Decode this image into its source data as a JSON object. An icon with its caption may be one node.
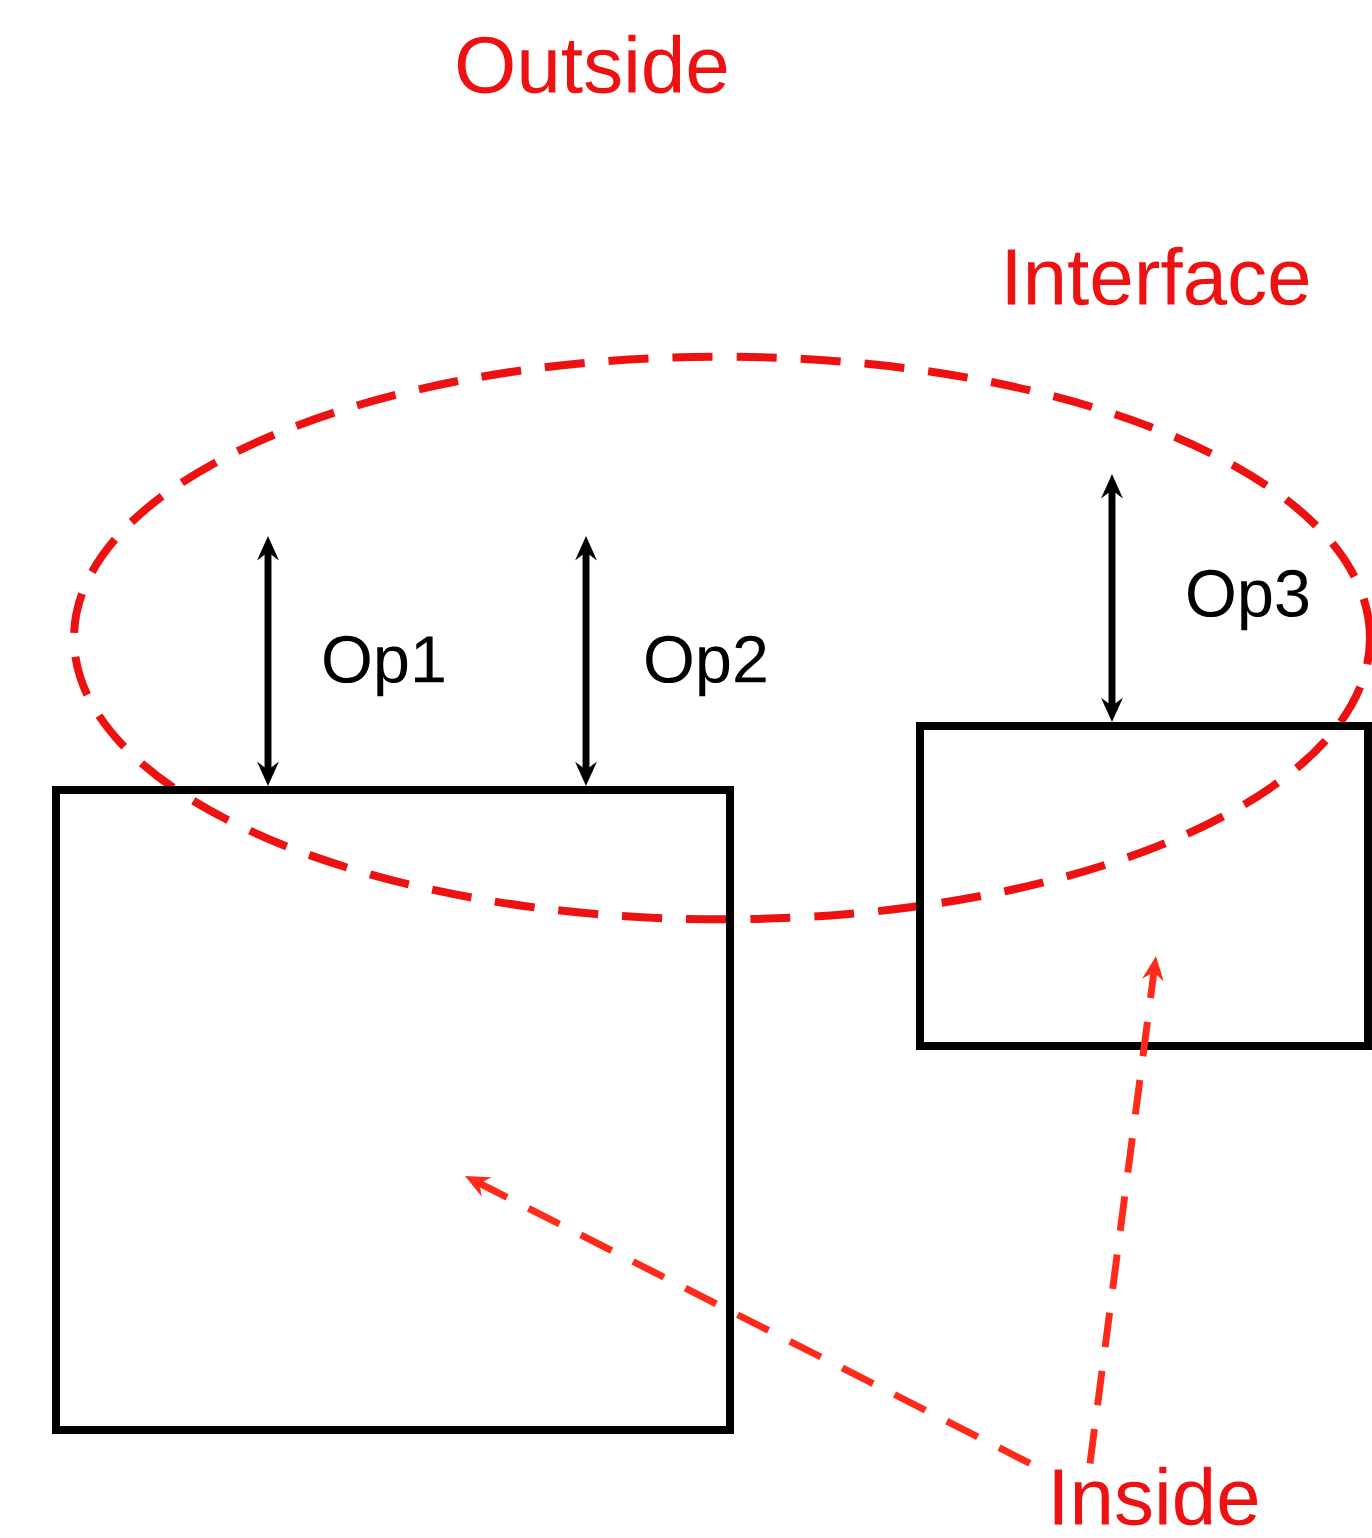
{
  "diagram": {
    "nodes": [
      {
        "text": [
          "Interface"
        ]
      },
      {
        "text": [],
        "shape": "box"
      },
      {
        "text": [],
        "shape": "box"
      },
      {
        "text": [
          "Inside"
        ]
      }
    ],
    "edges": [
      {
        "from": 0,
        "to": 1,
        "arrow": "both",
        "label": "Op1"
      },
      {
        "from": 0,
        "to": 1,
        "arrow": "both",
        "label": "Op2"
      },
      {
        "from": 0,
        "to": 2,
        "arrow": "both",
        "label": "Op3"
      },
      {
        "from": 3,
        "to": 1,
        "arrow": "to",
        "style": "dashed",
        "color": "#ff2a1a"
      },
      {
        "from": 3,
        "to": 2,
        "arrow": "to",
        "style": "dashed",
        "color": "#ff2a1a"
      }
    ],
    "labels": [
      "Outside"
    ]
  }
}
